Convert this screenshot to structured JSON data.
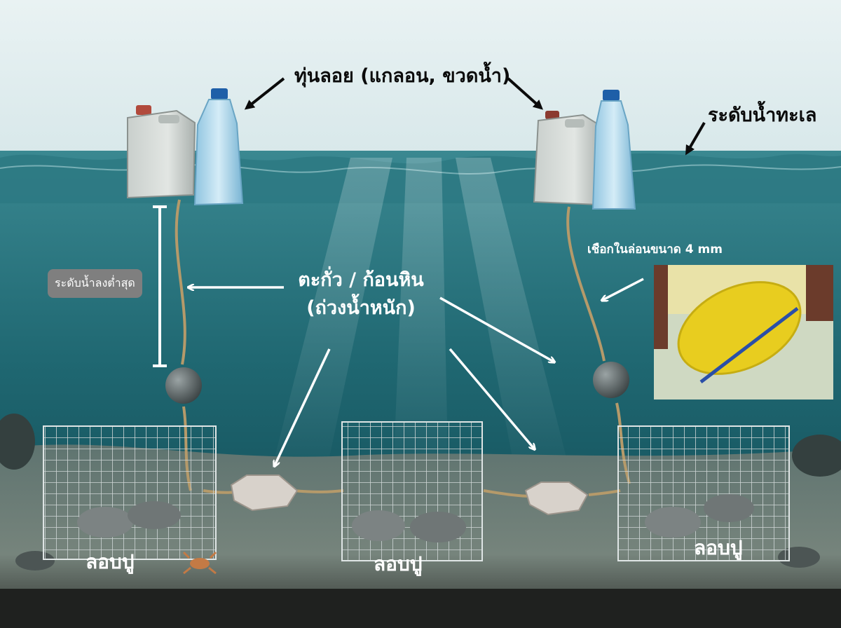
{
  "labels": {
    "float": "ทุ่นลอย (แกลอน, ขวดน้ำ)",
    "sea_level": "ระดับน้ำทะเล",
    "weight_line1": "ตะกั่ว / ก้อนหิน",
    "weight_line2": "(ถ่วงน้ำหนัก)",
    "rope": "เชือกในล่อนขนาด 4 mm",
    "lowest_water": "ระดับน้ำลงต่ำสุด",
    "trap": "ลอบปู"
  },
  "icons": {
    "float_object": "jerrycan-and-water-bottle",
    "weight": "lead-ball-weight",
    "stone": "stone-weight",
    "trap": "wire-mesh-cage",
    "rope_photo": "yellow-rope-spool-photo",
    "crab": "crab"
  },
  "colors": {
    "sky": "#e3eef0",
    "water_top": "#3d8c94",
    "water_deep": "#0f4a54",
    "seabed": "#6b7a73",
    "label_text": "#ffffff",
    "arrow": "#ffffff",
    "rope": "#b59a6a",
    "rope_spool": "#e8cd1f"
  }
}
